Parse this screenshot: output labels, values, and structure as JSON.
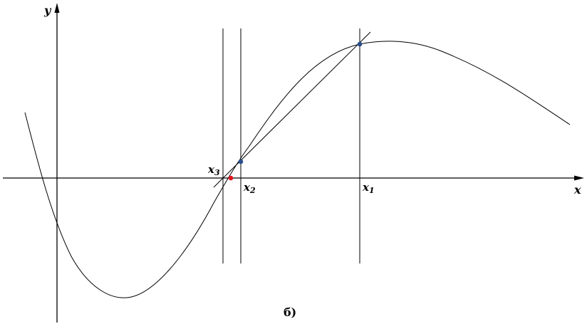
{
  "axes": {
    "x_label": "x",
    "y_label": "y"
  },
  "points": {
    "x1": {
      "base": "x",
      "sub": "1"
    },
    "x2": {
      "base": "x",
      "sub": "2"
    },
    "x3": {
      "base": "x",
      "sub": "3"
    }
  },
  "caption": "б)",
  "colors": {
    "stroke": "#000000",
    "point": "#2a4e8c",
    "root_estimate": "#e0141e"
  }
}
